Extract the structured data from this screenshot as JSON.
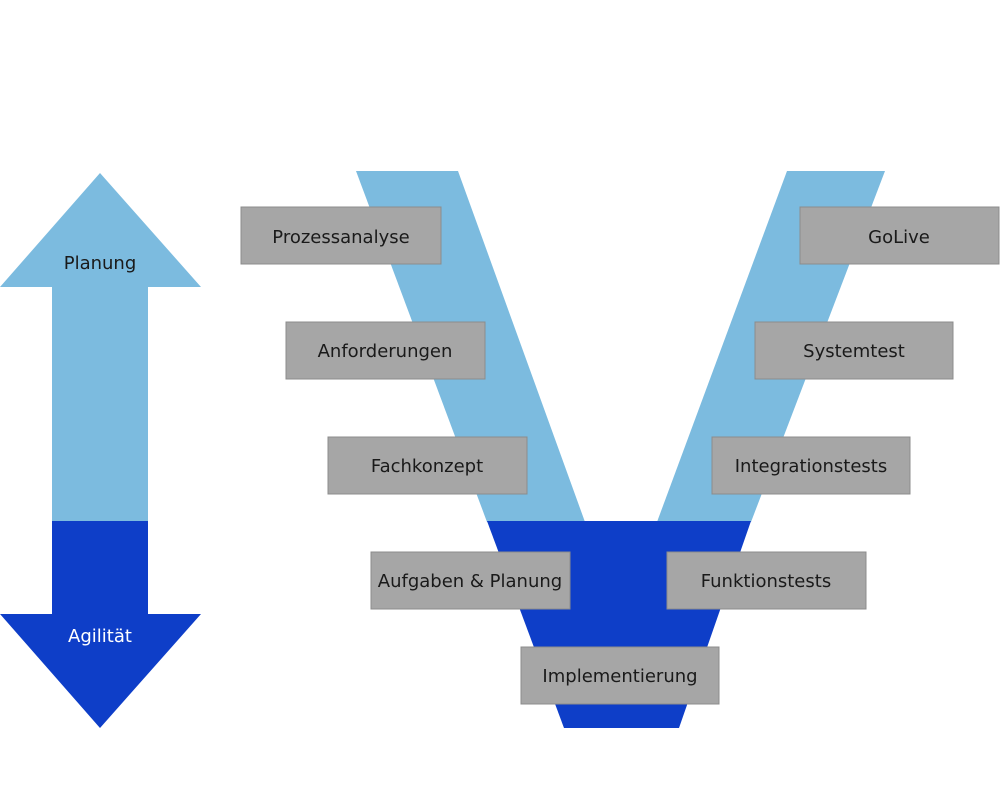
{
  "colors": {
    "light_blue": "#7cbbdf",
    "dark_blue": "#0e3ec8",
    "box_fill": "#a6a6a6",
    "box_border": "#8c8c8c",
    "text_dark": "#1a1a1a",
    "text_on_light": "#1a1a1a",
    "text_on_dark": "#ffffff"
  },
  "arrow": {
    "top_label": "Planung",
    "bottom_label": "Agilität"
  },
  "phases": {
    "left": [
      "Prozessanalyse",
      "Anforderungen",
      "Fachkonzept",
      "Aufgaben & Planung"
    ],
    "bottom": "Implementierung",
    "right": [
      "Funktionstests",
      "Integrationstests",
      "Systemtest",
      "GoLive"
    ]
  }
}
